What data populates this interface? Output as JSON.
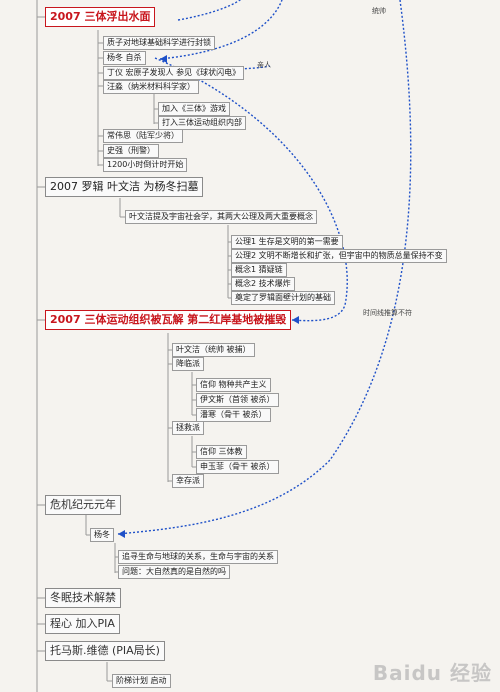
{
  "nodes": {
    "n2007_float": "2007 三体浮出水面",
    "sub_physics": "质子对地球基础科学进行封锁",
    "sub_yangdong": "杨冬 自杀",
    "sub_dingyi": "丁仪 宏原子发现人 参见《球状闪电》",
    "sub_wangmiao": "汪淼（纳米材料科学家）",
    "sub_join_game": "加入《三体》游戏",
    "sub_into_org": "打入三体运动组织内部",
    "sub_changweisi": "常伟思（陆军少将）",
    "sub_shiqiang": "史强（刑警）",
    "sub_countdown": "1200小时倒计时开始",
    "n2007_luoji": "2007 罗辑 叶文洁 为杨冬扫墓",
    "sub_cosmic": "叶文洁提及宇宙社会学，其两大公理及两大重要概念",
    "ax1": "公理1 生存是文明的第一需要",
    "ax2": "公理2 文明不断增长和扩张，但宇宙中的物质总量保持不变",
    "con1": "概念1 猜疑链",
    "con2": "概念2 技术爆炸",
    "con3": "奠定了罗辑面壁计划的基础",
    "n2007_collapse": "2007 三体运动组织被瓦解 第二红岸基地被摧毁",
    "sub_yewenjie": "叶文洁（统帅 被捕）",
    "sub_jianglin": "降临派",
    "sub_xinyang1": "信仰 物种共产主义",
    "sub_yiwensi": "伊文斯（首领 被杀）",
    "sub_panhan": "潘寒（骨干 被杀）",
    "sub_zhengjiu": "拯救派",
    "sub_xinyang2": "信仰 三体教",
    "sub_shenyufei": "申玉菲（骨干 被杀）",
    "sub_shengcun": "幸存派",
    "n_crisis": "危机纪元元年",
    "sub_yangdong2": "杨冬",
    "sub_pursue": "追寻生命与地球的关系，生命与宇宙的关系",
    "sub_question": "问题：大自然真的是自然的吗",
    "n_hibernation": "冬眠技术解禁",
    "n_chengxin": "程心 加入PIA",
    "n_thomas": "托马斯.维德 (PIA局长)",
    "sub_stairs": "阶梯计划 启动"
  },
  "annotations": {
    "a_tongshuai": "统帅",
    "a_qinren": "亲人",
    "a_time": "时间线推算不符"
  },
  "watermark": "Baidu 经验",
  "colors": {
    "accent_red": "#c8161d",
    "link_blue": "#1e50c8"
  }
}
